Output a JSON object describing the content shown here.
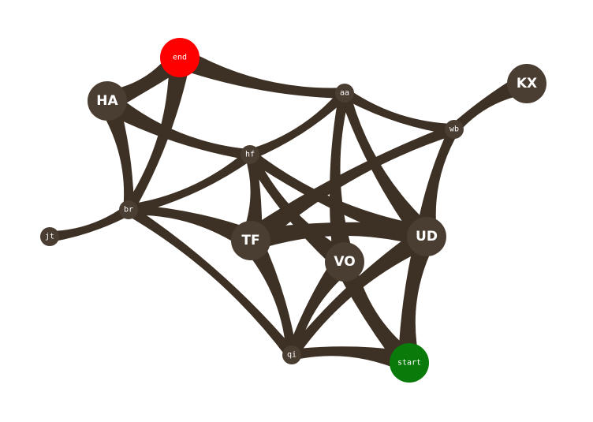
{
  "graph": {
    "colors": {
      "edge": "#3d3024",
      "node": "#4a3d32",
      "start": "#0a7a0a",
      "end": "#ff0000",
      "label": "#ffffff"
    },
    "nodes": [
      {
        "id": "end",
        "label": "end",
        "role": "end"
      },
      {
        "id": "HA",
        "label": "HA",
        "role": "big"
      },
      {
        "id": "aa",
        "label": "aa",
        "role": "small"
      },
      {
        "id": "KX",
        "label": "KX",
        "role": "big"
      },
      {
        "id": "wb",
        "label": "wb",
        "role": "small"
      },
      {
        "id": "hf",
        "label": "hf",
        "role": "small"
      },
      {
        "id": "br",
        "label": "br",
        "role": "small"
      },
      {
        "id": "jt",
        "label": "jt",
        "role": "small"
      },
      {
        "id": "TF",
        "label": "TF",
        "role": "big"
      },
      {
        "id": "VO",
        "label": "VO",
        "role": "big"
      },
      {
        "id": "UD",
        "label": "UD",
        "role": "big"
      },
      {
        "id": "qi",
        "label": "qi",
        "role": "small"
      },
      {
        "id": "start",
        "label": "start",
        "role": "start"
      }
    ],
    "edges": [
      [
        "end",
        "HA"
      ],
      [
        "end",
        "br"
      ],
      [
        "end",
        "aa"
      ],
      [
        "HA",
        "br"
      ],
      [
        "HA",
        "hf"
      ],
      [
        "aa",
        "hf"
      ],
      [
        "aa",
        "wb"
      ],
      [
        "aa",
        "VO"
      ],
      [
        "aa",
        "UD"
      ],
      [
        "KX",
        "wb"
      ],
      [
        "wb",
        "TF"
      ],
      [
        "wb",
        "UD"
      ],
      [
        "hf",
        "br"
      ],
      [
        "hf",
        "TF"
      ],
      [
        "hf",
        "VO"
      ],
      [
        "hf",
        "UD"
      ],
      [
        "br",
        "jt"
      ],
      [
        "br",
        "TF"
      ],
      [
        "br",
        "qi"
      ],
      [
        "TF",
        "qi"
      ],
      [
        "TF",
        "UD"
      ],
      [
        "VO",
        "qi"
      ],
      [
        "VO",
        "start"
      ],
      [
        "UD",
        "qi"
      ],
      [
        "UD",
        "start"
      ],
      [
        "qi",
        "start"
      ]
    ]
  }
}
